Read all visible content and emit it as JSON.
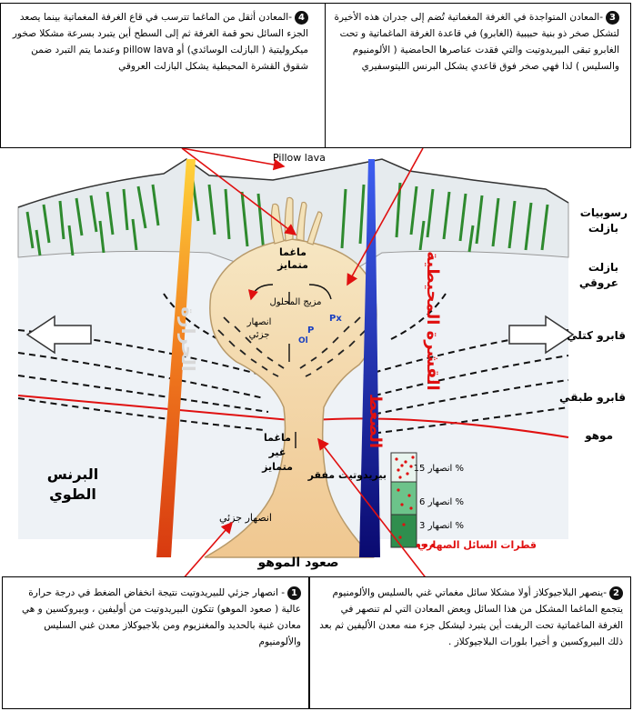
{
  "boxes": {
    "box4": {
      "num": "4",
      "text": "-المعادن أثقل من الماغما تترسب في قاع الغرفة المغماتية بينما يصعد الجزء السائل نحو قمة الغرفة ثم إلى السطح أين يتبرد بسرعة مشكلا صخور ميكروليتية ( البازلت الوسائدي) أو pillow lava وعندما يتم التبرد ضمن شقوق القشرة المحيطية يشكل البازلت العروقي"
    },
    "box3": {
      "num": "3",
      "text": "-المعادن المتواجدة في الغرفة المغماتية تُضم إلى جدران هذه الأخيرة لتشكل صخر ذو بنية حبيبية (الغابرو) في قاعدة الغرفة الماغماتية و تحت الغابرو تبقى البيريدوتيت والتي فقدت عناصرها الحامضية ( الألومنيوم والسليس ) لذا فهي صخر فوق قاعدي يشكل البرنس الليتوسفيري"
    },
    "box1": {
      "num": "1",
      "text": "- انصهار جزئي للبيريدوتيت نتيجة انخفاض الضغط في درجة حرارة عالية ( صعود الموهو) تتكون البيريدوتيت من أوليفين ، وبيروكسين و هي معادن غنية بالحديد والمغنزيوم ومن بلاجيوكلاز معدن غني السليس والألومنيوم"
    },
    "box2": {
      "num": "2",
      "text": "-ينصهر البلاجيوكلاز أولا مشكلا سائل مغماتي غني بالسليس والألومنيوم يتجمع الماغما المشكل من هذا السائل وبعض المعادن التي لم تنصهر في الغرفة الماغماتية تحت الريفت أين يتبرد ليشكل جزء منه معدن الأليفين ثم بعد ذلك البيروكسين و أخيرا بلورات البلاجيوكلاز ."
    }
  },
  "diagram": {
    "labels": {
      "pillow_lava": "Pillow lava",
      "magma_mixed_1": "ماغما",
      "magma_mixed_2": "متمايز",
      "mixture_1": "مزيج المحلول",
      "mixture_2": "انصهار",
      "mixture_3": "جزئي",
      "magma_unmixed_1": "ماغما",
      "magma_unmixed_2": "غير",
      "magma_unmixed_3": "متمايز",
      "partial_melt_lower": "انصهار جزئي",
      "temperature": "الحرارة",
      "pressure": "الضغط",
      "oceanic_crust": "القشرة المحيطية",
      "mantle_1": "البرنس",
      "mantle_2": "الطوي",
      "moho_rise": "صعود الموهو",
      "mineral_p": "P",
      "mineral_px": "Px",
      "mineral_ol": "Ol"
    },
    "right_labels": {
      "sediments": "رسوبيات",
      "basalt": "بازلت",
      "dyke_basalt_1": "بازلت",
      "dyke_basalt_2": "عروقي",
      "isotropic_gabbro": "قابرو كتلي",
      "layered_gabbro": "قابرو طبقي",
      "moho": "موهو"
    },
    "legend": {
      "depleted_peridotite": "بيريدوتيت مفقر",
      "melt_15": "انصهار 15 %",
      "melt_6": "انصهار 6 %",
      "melt_3": "انصهار 3 %",
      "melt_drops": "قطرات السائل الصهاري"
    }
  },
  "colors": {
    "temperature_gradient_top": "#ffd23a",
    "temperature_gradient_bottom": "#d83a10",
    "pressure_top": "#3d5ef0",
    "pressure_bottom": "#0a0a70",
    "magma": "#f2dcae",
    "mantle": "#e8eef4",
    "basalt_streaks": "#2e8a2e",
    "arrows": "#e01010",
    "legend_green": "#2f8e4e"
  }
}
